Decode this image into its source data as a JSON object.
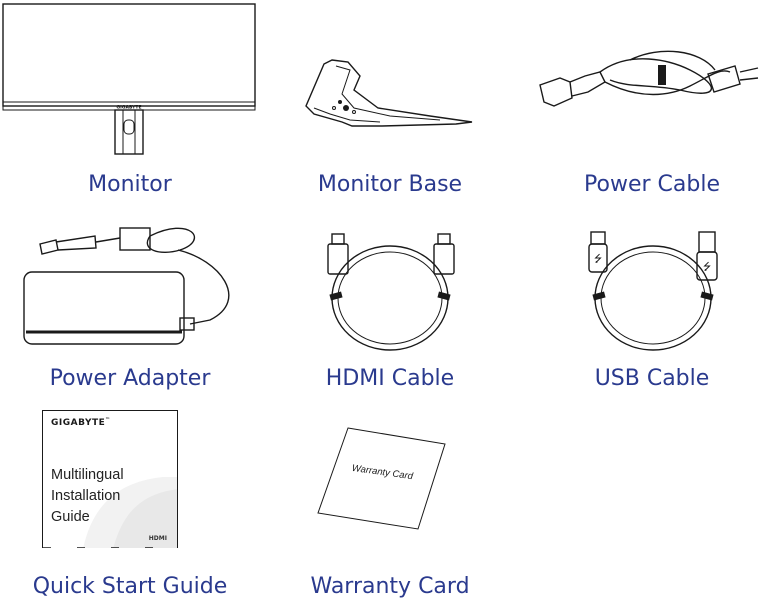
{
  "items": [
    {
      "label": "Monitor",
      "icon": "monitor-icon"
    },
    {
      "label": "Monitor Base",
      "icon": "monitor-base-icon"
    },
    {
      "label": "Power Cable",
      "icon": "power-cable-icon"
    },
    {
      "label": "Power Adapter",
      "icon": "power-adapter-icon"
    },
    {
      "label": "HDMI Cable",
      "icon": "hdmi-cable-icon"
    },
    {
      "label": "USB Cable",
      "icon": "usb-cable-icon"
    },
    {
      "label": "Quick Start Guide",
      "icon": "quick-start-guide-icon"
    },
    {
      "label": "Warranty Card",
      "icon": "warranty-card-icon"
    }
  ],
  "monitor": {
    "brand": "GIGABYTE"
  },
  "guide": {
    "brand": "GIGABYTE",
    "brand_mark": "™",
    "title_lines": [
      "Multilingual",
      "Installation",
      "Guide"
    ],
    "logo": "HDMI"
  },
  "warranty": {
    "card_text": "Warranty Card"
  },
  "colors": {
    "label": "#2a3a8e",
    "line": "#1a1a1a"
  }
}
